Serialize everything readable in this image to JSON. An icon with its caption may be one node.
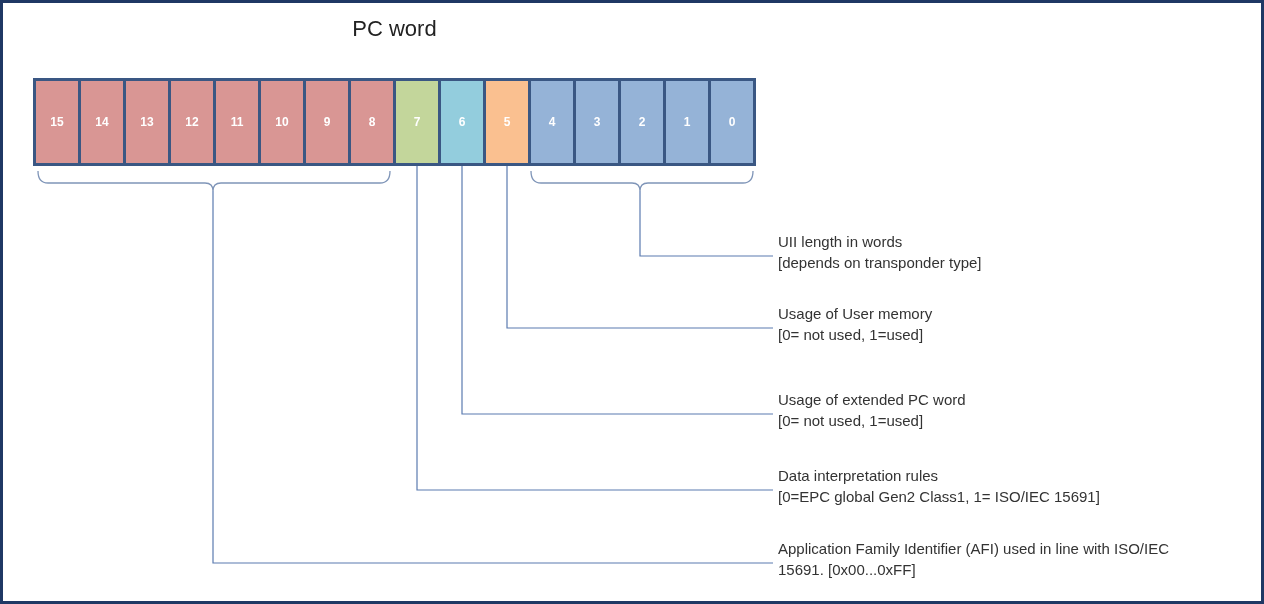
{
  "diagram": {
    "nodes": [
      {
        "text": [
          "PC word"
        ]
      },
      {
        "text": [
          "15"
        ],
        "in": 0
      },
      {
        "text": [
          "14"
        ],
        "in": 0
      },
      {
        "text": [
          "13"
        ],
        "in": 0
      },
      {
        "text": [
          "12"
        ],
        "in": 0
      },
      {
        "text": [
          "11"
        ],
        "in": 0
      },
      {
        "text": [
          "10"
        ],
        "in": 0
      },
      {
        "text": [
          "9"
        ],
        "in": 0
      },
      {
        "text": [
          "8"
        ],
        "in": 0
      },
      {
        "text": [
          "7"
        ],
        "in": 0
      },
      {
        "text": [
          "6"
        ],
        "in": 0
      },
      {
        "text": [
          "5"
        ],
        "in": 0
      },
      {
        "text": [
          "4"
        ],
        "in": 0
      },
      {
        "text": [
          "3"
        ],
        "in": 0
      },
      {
        "text": [
          "2"
        ],
        "in": 0
      },
      {
        "text": [
          "1"
        ],
        "in": 0
      },
      {
        "text": [
          "0"
        ],
        "in": 0
      },
      {
        "text": [
          "UII length in words",
          "[depends on transponder type]"
        ]
      },
      {
        "text": [
          "Usage of User memory",
          "[0= not used, 1=used]"
        ]
      },
      {
        "text": [
          "Usage of extended PC word",
          "[0= not used, 1=used]"
        ]
      },
      {
        "text": [
          "Data interpretation rules",
          "[0=EPC global Gen2 Class1, 1= ISO/IEC 15691]"
        ]
      },
      {
        "text": [
          "Application Family Identifier (AFI) used in line with ISO/IEC 15691. [0x00...0xFF]"
        ]
      },
      {
        "text": [],
        "shape": "bracket"
      },
      {
        "text": [],
        "shape": "bracket"
      }
    ],
    "edges": [
      {
        "from": 17,
        "to": 23,
        "arrow": "none"
      },
      {
        "from": 18,
        "to": 11,
        "arrow": "none"
      },
      {
        "from": 19,
        "to": 10,
        "arrow": "none"
      },
      {
        "from": 20,
        "to": 9,
        "arrow": "none"
      },
      {
        "from": 21,
        "to": 22,
        "arrow": "none"
      }
    ]
  }
}
